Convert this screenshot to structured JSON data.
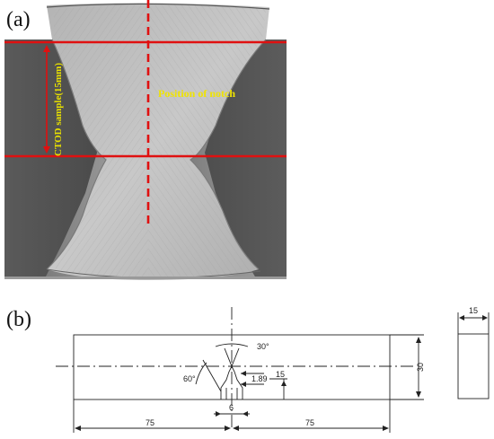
{
  "panel_a": {
    "label": "(a)",
    "notch_label": "Position of notch",
    "sample_label": "CTOD sample(15mm)"
  },
  "panel_b": {
    "label": "(b)",
    "dims": {
      "angle_top": "30°",
      "angle_side": "60°",
      "dim_189": "1.89",
      "dim_15_notch": "15",
      "dim_30": "30",
      "dim_6": "6",
      "dim_75_left": "75",
      "dim_75_right": "75",
      "dim_15_side": "15"
    }
  },
  "colors": {
    "red_line": "#e01010",
    "notch_text": "#f0e400",
    "sample_text": "#e8e000",
    "drawing": "#222222"
  }
}
